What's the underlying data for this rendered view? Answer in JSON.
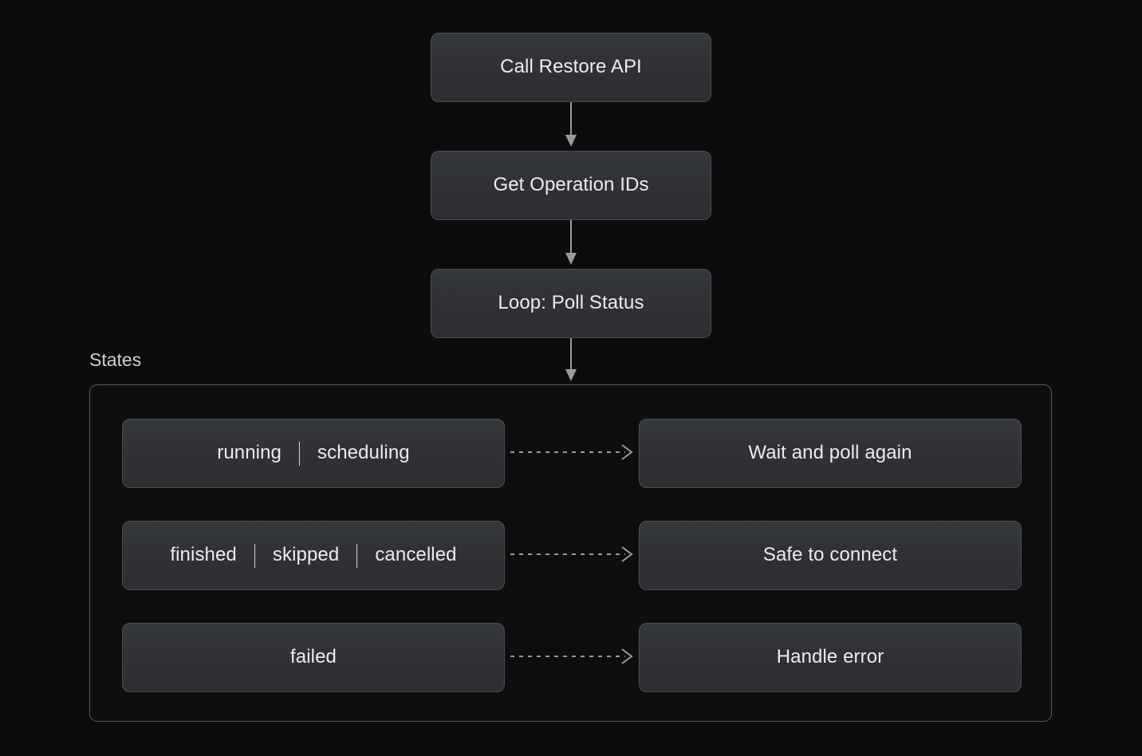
{
  "diagram": {
    "background_color": "#0c0c0d",
    "node_fill_color": "#303236",
    "node_border_color": "#4a4d52",
    "text_color": "#ececec",
    "edge_color": "#9a9a9a",
    "flow_nodes": [
      {
        "id": "call-restore-api",
        "label": "Call Restore API"
      },
      {
        "id": "get-operation-ids",
        "label": "Get Operation IDs"
      },
      {
        "id": "loop-poll-status",
        "label": "Loop: Poll Status"
      }
    ],
    "group": {
      "title": "States",
      "rows": [
        {
          "id": "row-running",
          "states": [
            "running",
            "scheduling"
          ],
          "action": "Wait and poll again",
          "connector": "dashed-arrow"
        },
        {
          "id": "row-finished",
          "states": [
            "finished",
            "skipped",
            "cancelled"
          ],
          "action": "Safe to connect",
          "connector": "dashed-arrow"
        },
        {
          "id": "row-failed",
          "states": [
            "failed"
          ],
          "action": "Handle error",
          "connector": "dashed-arrow"
        }
      ]
    },
    "vertical_edges": [
      {
        "from": "call-restore-api",
        "to": "get-operation-ids",
        "style": "solid-arrow"
      },
      {
        "from": "get-operation-ids",
        "to": "loop-poll-status",
        "style": "solid-arrow"
      },
      {
        "from": "loop-poll-status",
        "to": "states-group",
        "style": "solid-arrow"
      }
    ]
  }
}
